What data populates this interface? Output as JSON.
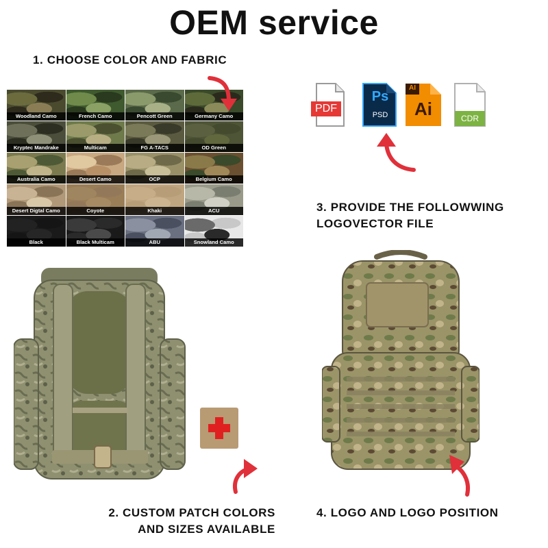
{
  "title": "OEM service",
  "steps": {
    "step1": "1.  CHOOSE COLOR AND FABRIC",
    "step2_line1": "2. CUSTOM PATCH COLORS",
    "step2_line2": "AND SIZES AVAILABLE",
    "step3_line1": "3. PROVIDE THE FOLLOWWING",
    "step3_line2": "LOGOVECTOR FILE",
    "step4": "4. LOGO AND LOGO POSITION"
  },
  "fabrics": [
    {
      "label": "Woodland Camo",
      "colors": [
        "#4a4a2f",
        "#6b6b3e",
        "#2e2a1c",
        "#8a7d55"
      ]
    },
    {
      "label": "French Camo",
      "colors": [
        "#3f5a2e",
        "#6f8a4a",
        "#2a3a1e",
        "#8aa064"
      ]
    },
    {
      "label": "Pencott Green",
      "colors": [
        "#5a6a4a",
        "#8a9a6a",
        "#3a4a30",
        "#a8b088"
      ]
    },
    {
      "label": "Germany Camo",
      "colors": [
        "#3a4a2a",
        "#5e6a3a",
        "#2a2a1c",
        "#8a8a5a"
      ]
    },
    {
      "label": "Kryptec Mandrake",
      "colors": [
        "#4a4e3a",
        "#6e705a",
        "#2c2e22",
        "#8e9078"
      ]
    },
    {
      "label": "Multicam",
      "colors": [
        "#6e7a4a",
        "#9a9a6a",
        "#4a5030",
        "#b8ae84"
      ]
    },
    {
      "label": "FG A-TACS",
      "colors": [
        "#5a5a40",
        "#7a7a58",
        "#3a3a2a",
        "#9a9878"
      ]
    },
    {
      "label": "OD Green",
      "colors": [
        "#4e5436",
        "#5a6040",
        "#444a2e",
        "#62683e"
      ]
    },
    {
      "label": "Australia Camo",
      "colors": [
        "#7a7a4e",
        "#a8a070",
        "#4e5a36",
        "#c0b48a"
      ]
    },
    {
      "label": "Desert Camo",
      "colors": [
        "#c8a880",
        "#e0c8a0",
        "#9a7a58",
        "#b89068"
      ]
    },
    {
      "label": "OCP",
      "colors": [
        "#9a9068",
        "#b8ac84",
        "#6e6a4a",
        "#c8be98"
      ]
    },
    {
      "label": "Belgium Camo",
      "colors": [
        "#6a5030",
        "#8a7a4a",
        "#3a4a2a",
        "#a08858"
      ]
    },
    {
      "label": "Desert Digtal Camo",
      "colors": [
        "#b09878",
        "#c8b494",
        "#8a7458",
        "#d8c8a8"
      ]
    },
    {
      "label": "Coyote",
      "colors": [
        "#9a7e58",
        "#a08660",
        "#94785a",
        "#a68a64"
      ]
    },
    {
      "label": "Khaki",
      "colors": [
        "#c0a680",
        "#c8ae88",
        "#b89e78",
        "#ccb490"
      ]
    },
    {
      "label": "ACU",
      "colors": [
        "#9a9a8a",
        "#b8b8a8",
        "#7a7e70",
        "#d0d0c4"
      ]
    },
    {
      "label": "Black",
      "colors": [
        "#1a1a1a",
        "#222222",
        "#151515",
        "#262626"
      ]
    },
    {
      "label": "Black Multicam",
      "colors": [
        "#1a1a1a",
        "#3a3a3a",
        "#2a2a2a",
        "#4a4a4a"
      ]
    },
    {
      "label": "ABU",
      "colors": [
        "#6a7080",
        "#8a90a0",
        "#4a5060",
        "#a0a8b4"
      ]
    },
    {
      "label": "Snowland Camo",
      "colors": [
        "#e8e8e8",
        "#6a6a6a",
        "#c8c8c8",
        "#2a2a2a"
      ]
    }
  ],
  "files": {
    "pdf": "PDF",
    "psd_top": "Ps",
    "psd_bottom": "PSD",
    "ai_small": "AI",
    "ai_big": "Ai",
    "cdr": "CDR"
  },
  "colors": {
    "arrow": "#e0303a",
    "pdf": "#e53935",
    "psd": "#0a2a4a",
    "psd_text": "#31a8ff",
    "ai": "#f28c00",
    "ai_text": "#3a1a00",
    "cdr": "#7cb342",
    "patch_cross": "#e02020"
  },
  "icons": [
    "arrow-curved-icon",
    "file-pdf-icon",
    "file-psd-icon",
    "file-ai-icon",
    "file-cdr-icon",
    "medical-cross-icon"
  ]
}
